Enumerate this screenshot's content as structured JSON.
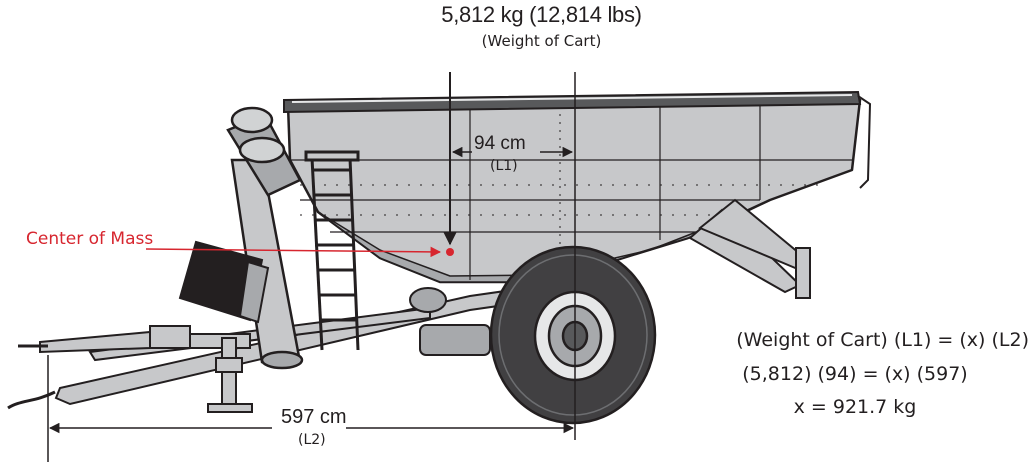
{
  "labels": {
    "weight_main": "5,812 kg (12,814 lbs)",
    "weight_sub": "(Weight of Cart)",
    "l1_value": "94 cm",
    "l1_tag": "(L1)",
    "center_of_mass": "Center of Mass",
    "l2_value": "597 cm",
    "l2_tag": "(L2)"
  },
  "equations": [
    "(Weight of Cart) (L1) = (x) (L2)",
    "(5,812) (94) = (x) (597)",
    "x = 921.7 kg"
  ],
  "colors": {
    "ink": "#231f20",
    "annotation_red": "#d7262f",
    "cart_body": "#c7c8ca",
    "tire": "#3a3a3a"
  }
}
